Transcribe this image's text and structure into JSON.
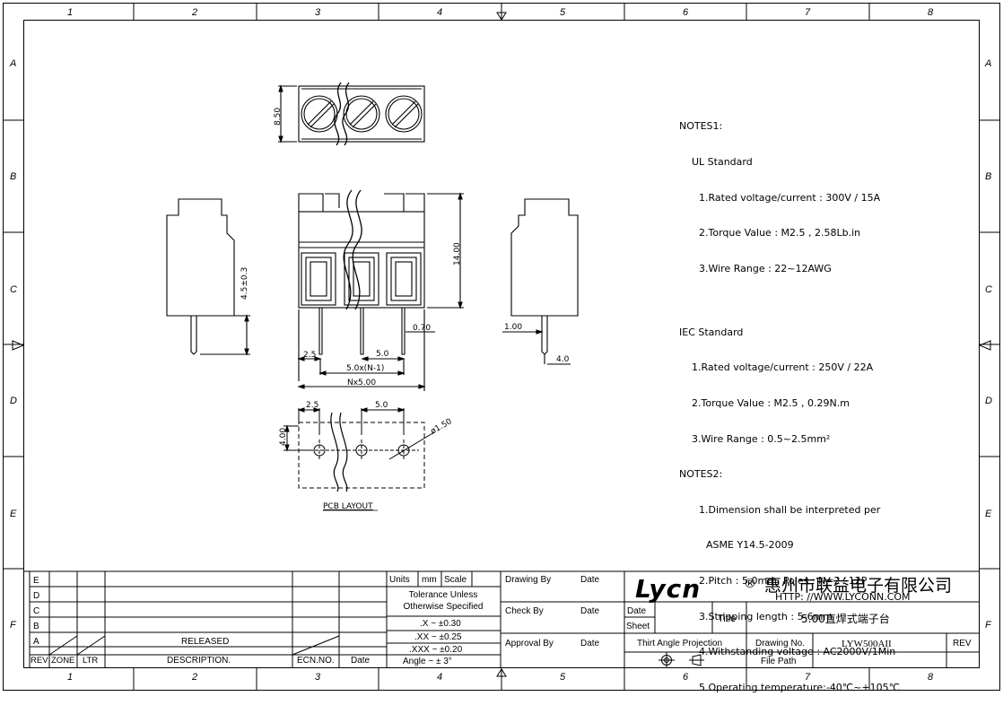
{
  "border": {
    "columns": [
      "1",
      "2",
      "3",
      "4",
      "5",
      "6",
      "7",
      "8"
    ],
    "rows": [
      "A",
      "B",
      "C",
      "D",
      "E",
      "F"
    ]
  },
  "dims": {
    "h_8_50": "8.50",
    "h_14_00": "14.00",
    "h_4_5": "4.5±0.3",
    "p_2_5": "2.5",
    "p_5_0": "5.0",
    "p_0_70": "0.70",
    "p_5xn": "5.0x(N-1)",
    "p_nx5": "Nx5.00",
    "r_1_00": "1.00",
    "r_4_0": "4.0",
    "pcb_2_5": "2.5",
    "pcb_5_0": "5.0",
    "pcb_4_00": "4.00",
    "pcb_hole": "ø1.50",
    "pcb_layout": "PCB LAYOUT"
  },
  "notes": {
    "n1": "NOTES1:",
    "ul": "UL Standard",
    "ul1": "1.Rated voltage/current : 300V / 15A",
    "ul2": "2.Torque Value : M2.5 , 2.58Lb.in",
    "ul3": "3.Wire Range : 22~12AWG",
    "iec": "IEC Standard",
    "iec1": "1.Rated voltage/current : 250V / 22A",
    "iec2": "2.Torque Value : M2.5 , 0.29N.m",
    "iec3": "3.Wire Range : 0.5~2.5mm²",
    "n2": "NOTES2:",
    "n2_1a": "1.Dimension shall be interpreted per",
    "n2_1b": "ASME Y14.5-2009",
    "n2_2": "2.Pitch : 5.0mm, Poles : N=2~12P",
    "n2_3": "3.Stripping length : 5-6mm",
    "n2_4": "4.Withstanding voltage : AC2000V/1Min",
    "n2_5": "5.Operating temperature:-40℃~+105℃"
  },
  "title_block": {
    "rev_rows": [
      "E",
      "D",
      "C",
      "B",
      "A"
    ],
    "released": "RELEASED",
    "h_rev": "REV",
    "h_zone": "ZONE",
    "h_ltr": "LTR",
    "h_desc": "DESCRIPTION.",
    "h_ecn": "ECN.NO.",
    "h_date": "Date",
    "units": "Units",
    "mm": "mm",
    "scale": "Scale",
    "tol1": "Tolerance Unless",
    "tol2": "Otherwise Specified",
    "tx": ".X  ~  ±0.30",
    "txx": ".XX  ~  ±0.25",
    "txxx": ".XXX  ~  ±0.20",
    "tang": "Angle  ~  ± 3°",
    "drawing_by": "Drawing By",
    "check_by": "Check  By",
    "approval_by": "Approval By",
    "date": "Date",
    "logo": "Lycn",
    "reg": "®",
    "company": "惠州市联益电子有限公司",
    "url": "HTTP: //WWW.LYCONN.COM",
    "sheet": "Sheet",
    "title_lbl": "Title",
    "title_val": "5.00直焊式端子台",
    "projection": "Thirt Angle Projection",
    "drawing_no_lbl": "Drawing No.",
    "drawing_no": "LYW500AII",
    "file_path": "File Path",
    "rev": "REV"
  }
}
